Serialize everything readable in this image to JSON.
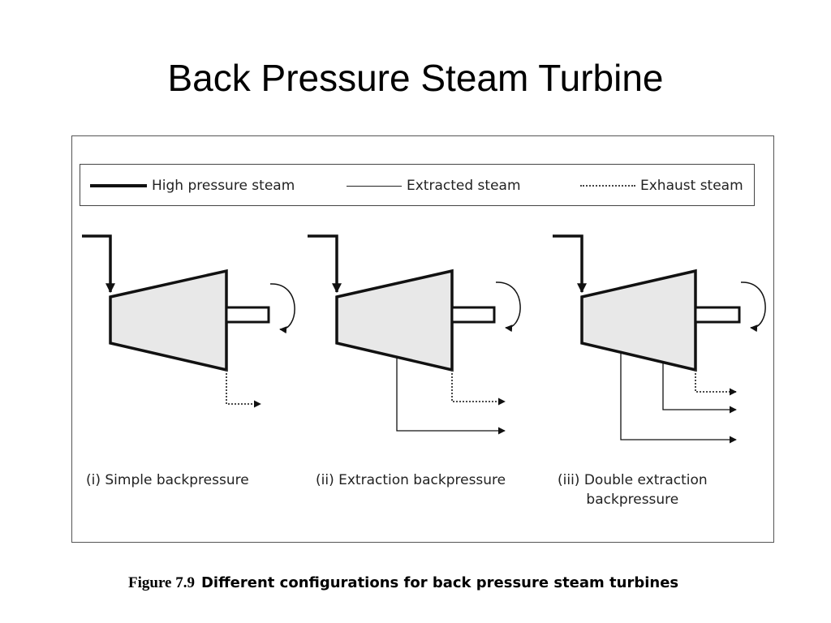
{
  "title": "Back Pressure Steam Turbine",
  "legend": {
    "high_pressure": "High pressure steam",
    "extracted": "Extracted steam",
    "exhaust": "Exhaust steam"
  },
  "configs": [
    {
      "label_line1": "(i) Simple backpressure",
      "label_line2": ""
    },
    {
      "label_line1": "(ii) Extraction backpressure",
      "label_line2": ""
    },
    {
      "label_line1": "(iii) Double extraction",
      "label_line2": "backpressure"
    }
  ],
  "caption": {
    "number": "Figure 7.9",
    "text": "Different configurations for back pressure steam turbines"
  },
  "colors": {
    "casing_fill": "#e8e8e8",
    "stroke": "#111111"
  }
}
